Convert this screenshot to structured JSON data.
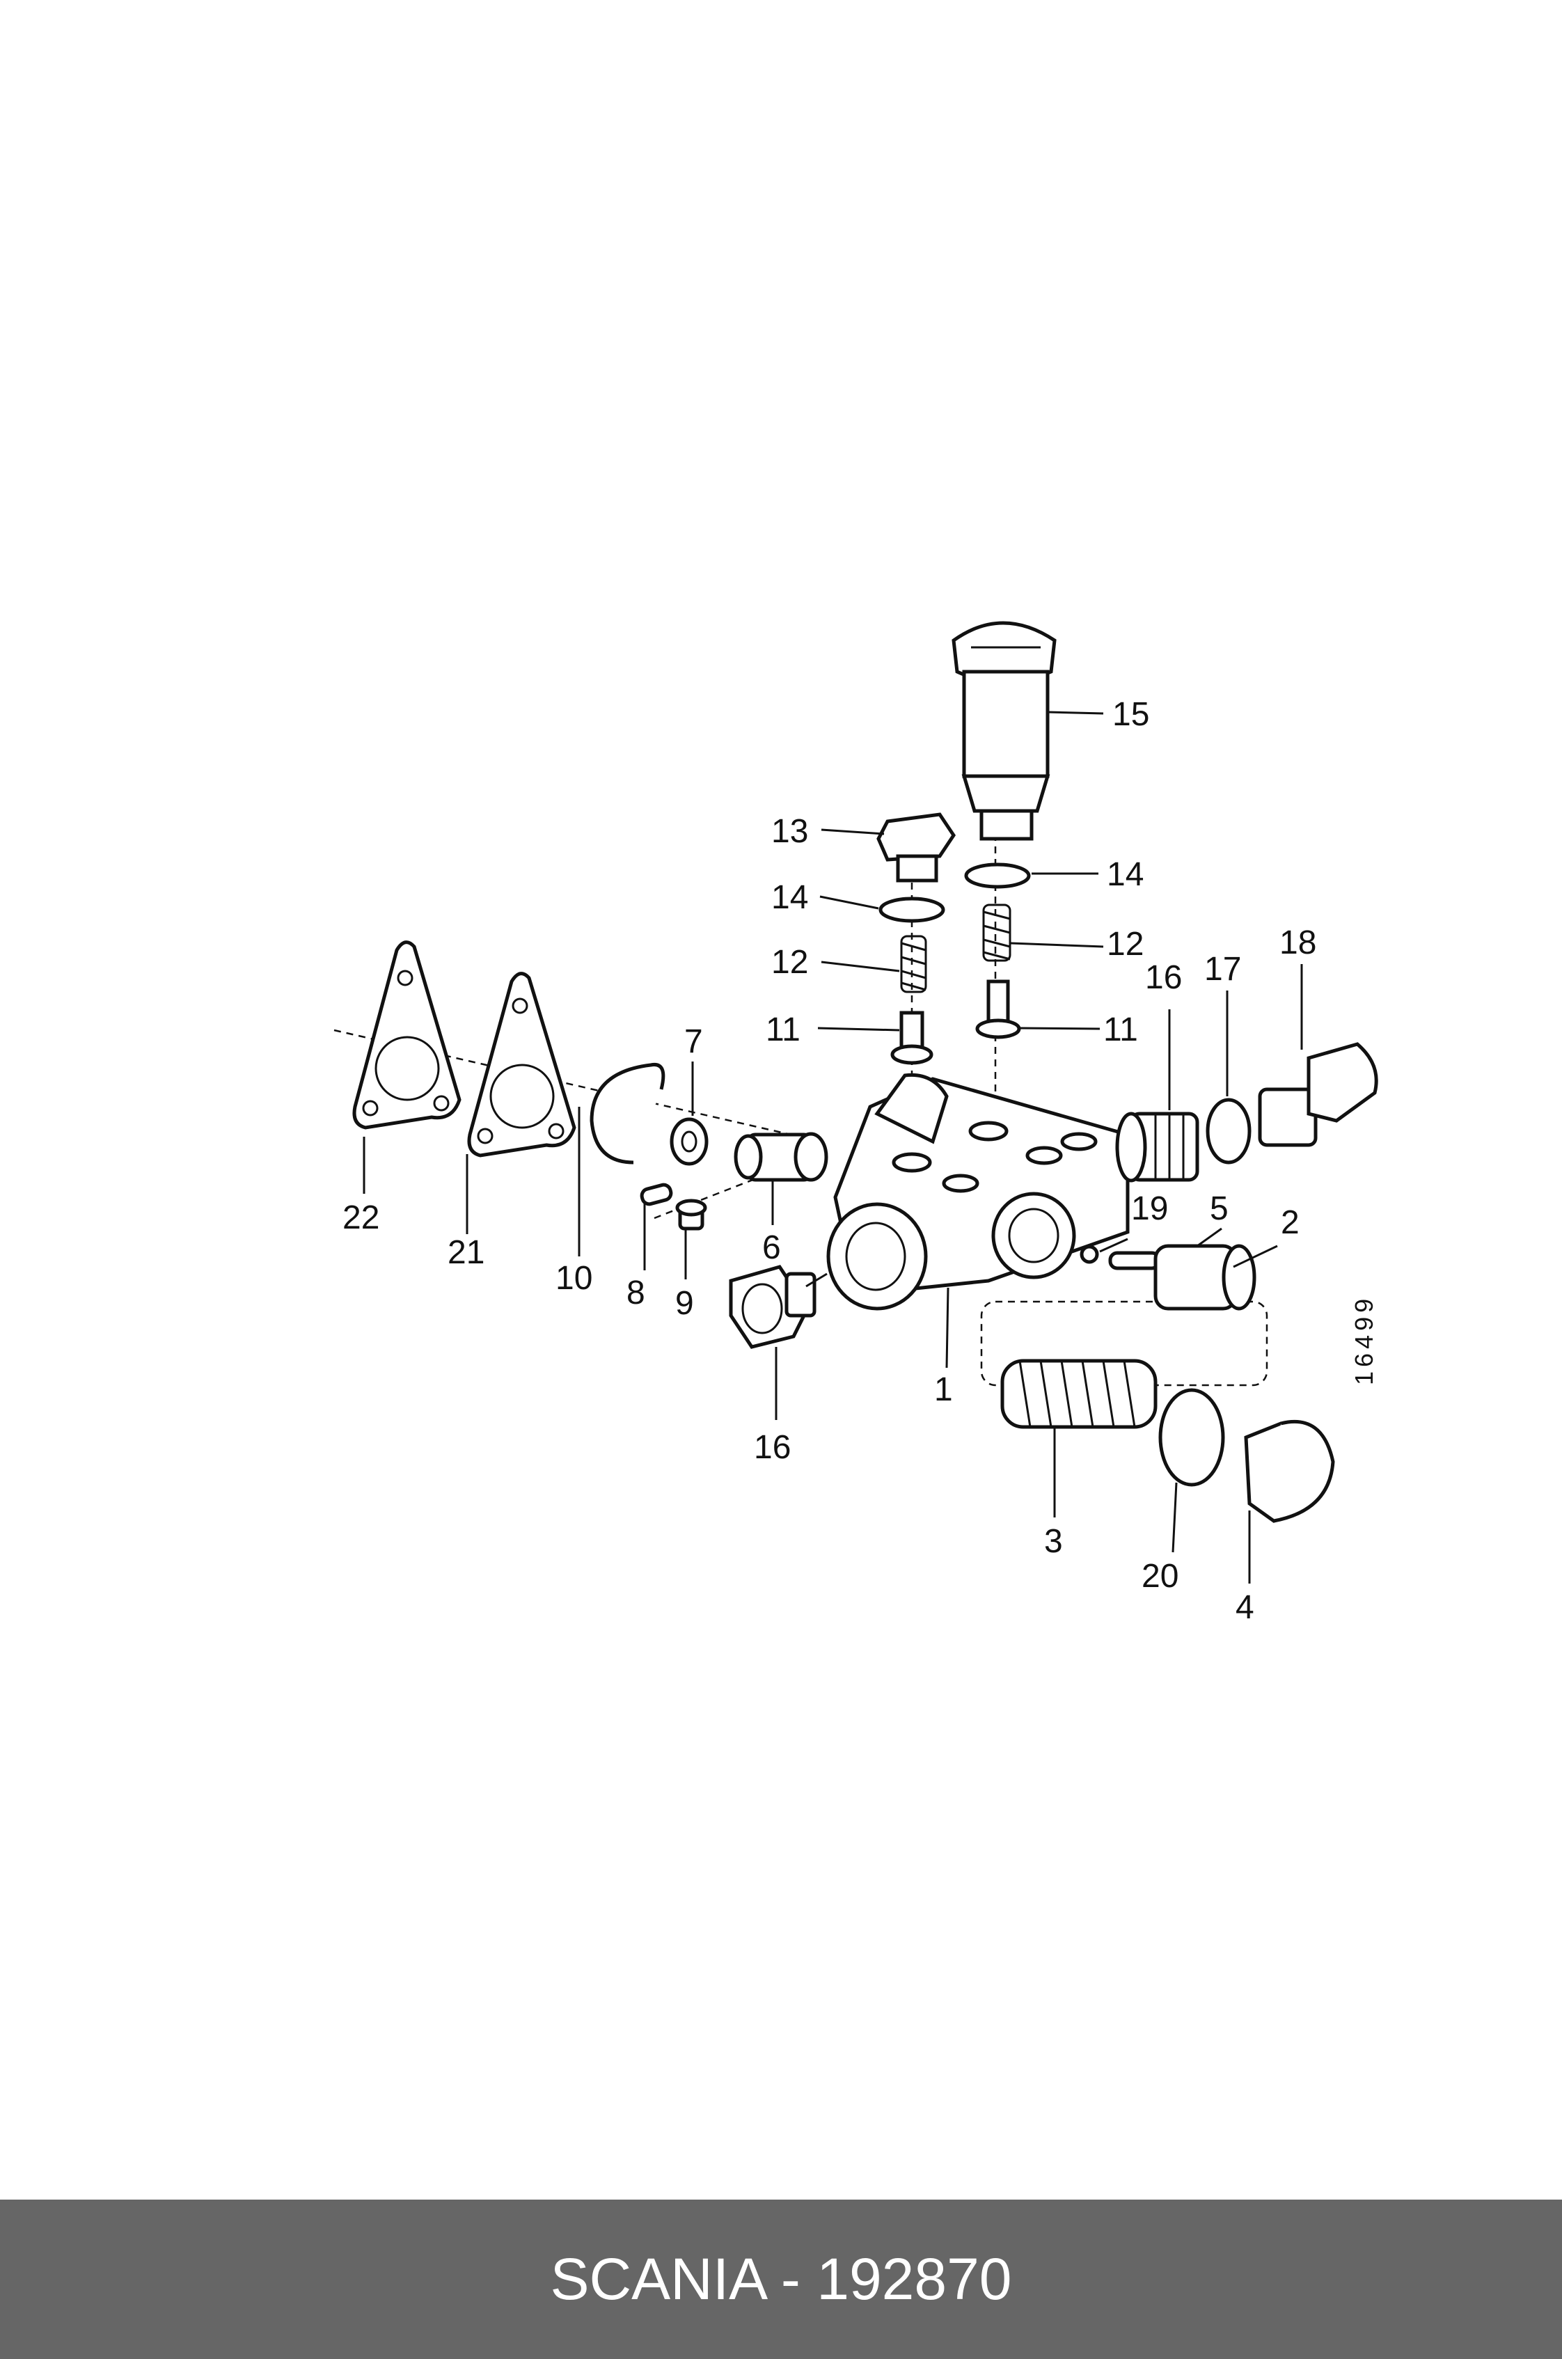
{
  "caption": "SCANIA - 192870",
  "drawing_code": "16499",
  "labels": [
    {
      "id": "15",
      "text": "15"
    },
    {
      "id": "13",
      "text": "13"
    },
    {
      "id": "14a",
      "text": "14"
    },
    {
      "id": "14b",
      "text": "14"
    },
    {
      "id": "12a",
      "text": "12"
    },
    {
      "id": "12b",
      "text": "12"
    },
    {
      "id": "11a",
      "text": "11"
    },
    {
      "id": "11b",
      "text": "11"
    },
    {
      "id": "18",
      "text": "18"
    },
    {
      "id": "17",
      "text": "17"
    },
    {
      "id": "16a",
      "text": "16"
    },
    {
      "id": "7",
      "text": "7"
    },
    {
      "id": "22",
      "text": "22"
    },
    {
      "id": "21",
      "text": "21"
    },
    {
      "id": "10",
      "text": "10"
    },
    {
      "id": "8",
      "text": "8"
    },
    {
      "id": "9",
      "text": "9"
    },
    {
      "id": "6",
      "text": "6"
    },
    {
      "id": "19",
      "text": "19"
    },
    {
      "id": "5",
      "text": "5"
    },
    {
      "id": "2",
      "text": "2"
    },
    {
      "id": "1",
      "text": "1"
    },
    {
      "id": "16b",
      "text": "16"
    },
    {
      "id": "3",
      "text": "3"
    },
    {
      "id": "20",
      "text": "20"
    },
    {
      "id": "4",
      "text": "4"
    }
  ]
}
